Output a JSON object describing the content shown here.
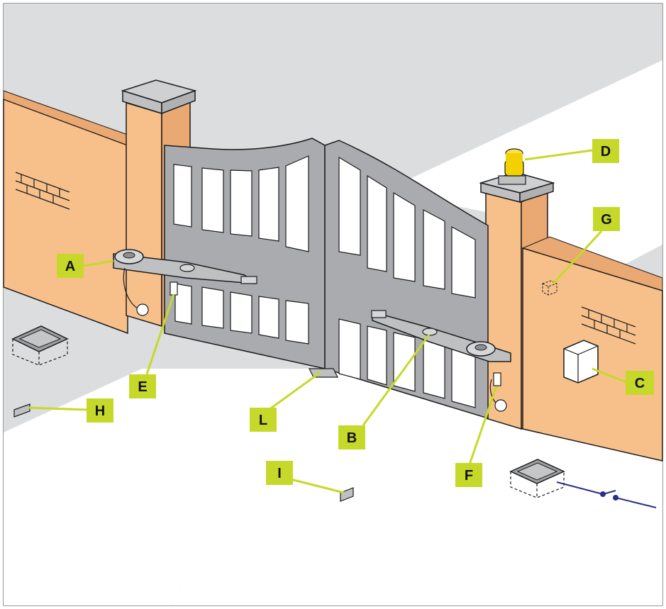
{
  "colors": {
    "ground": "#dcdddf",
    "road": "#ffffff",
    "wall": "#f7c08a",
    "wall_side": "#eaa872",
    "pillar_cap": "#cfd0d2",
    "gate": "#a9abae",
    "gate_dark": "#8d8f92",
    "label_bg": "#c6d92b",
    "leader": "#c6d92b",
    "lamp": "#f2d100",
    "wire": "#2b2f86",
    "outline": "#1c1c1c"
  },
  "labels": [
    {
      "id": "A",
      "text": "A"
    },
    {
      "id": "B",
      "text": "B"
    },
    {
      "id": "C",
      "text": "C"
    },
    {
      "id": "D",
      "text": "D"
    },
    {
      "id": "E",
      "text": "E"
    },
    {
      "id": "F",
      "text": "F"
    },
    {
      "id": "G",
      "text": "G"
    },
    {
      "id": "H",
      "text": "H"
    },
    {
      "id": "I",
      "text": "I"
    },
    {
      "id": "L",
      "text": "L"
    }
  ],
  "icons": [
    "brick-pattern-icon",
    "flashing-lamp-icon",
    "control-box-icon",
    "junction-box-icon",
    "photocell-icon",
    "switch-icon"
  ]
}
